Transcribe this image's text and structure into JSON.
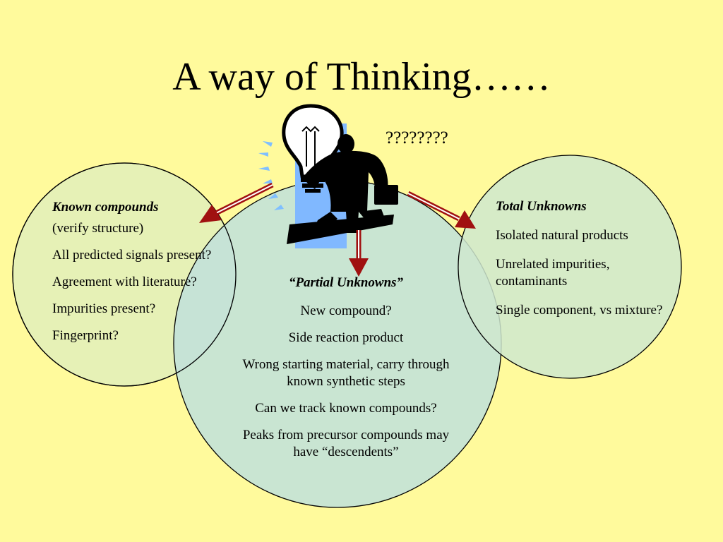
{
  "slide": {
    "title": "A way of Thinking……",
    "question_marks": "????????"
  },
  "known": {
    "heading": "Known compounds",
    "items": [
      "(verify structure)",
      "All predicted signals present?",
      "Agreement with literature?",
      "Impurities present?",
      "Fingerprint?"
    ]
  },
  "partial": {
    "heading": "“Partial Unknowns”",
    "items": [
      "New compound?",
      "Side reaction product",
      "Wrong starting material, carry through known synthetic steps",
      "Can we track known compounds?",
      "Peaks from precursor compounds may have “descendents”"
    ]
  },
  "total": {
    "heading": "Total Unknowns",
    "items": [
      "Isolated natural products",
      "Unrelated impurities, contaminants",
      "Single component, vs mixture?"
    ]
  },
  "colors": {
    "background": "#fffa9c",
    "circle_fill_left": "#d2e9cc",
    "circle_fill_center": "#bfe0dc",
    "circle_fill_right": "#cfe7cf",
    "arrow": "#a01010",
    "panel_blue": "#80b8ff"
  },
  "icons": [
    "lightbulb-icon",
    "businessman-icon",
    "spark-rays-icon",
    "arrow-icon"
  ]
}
